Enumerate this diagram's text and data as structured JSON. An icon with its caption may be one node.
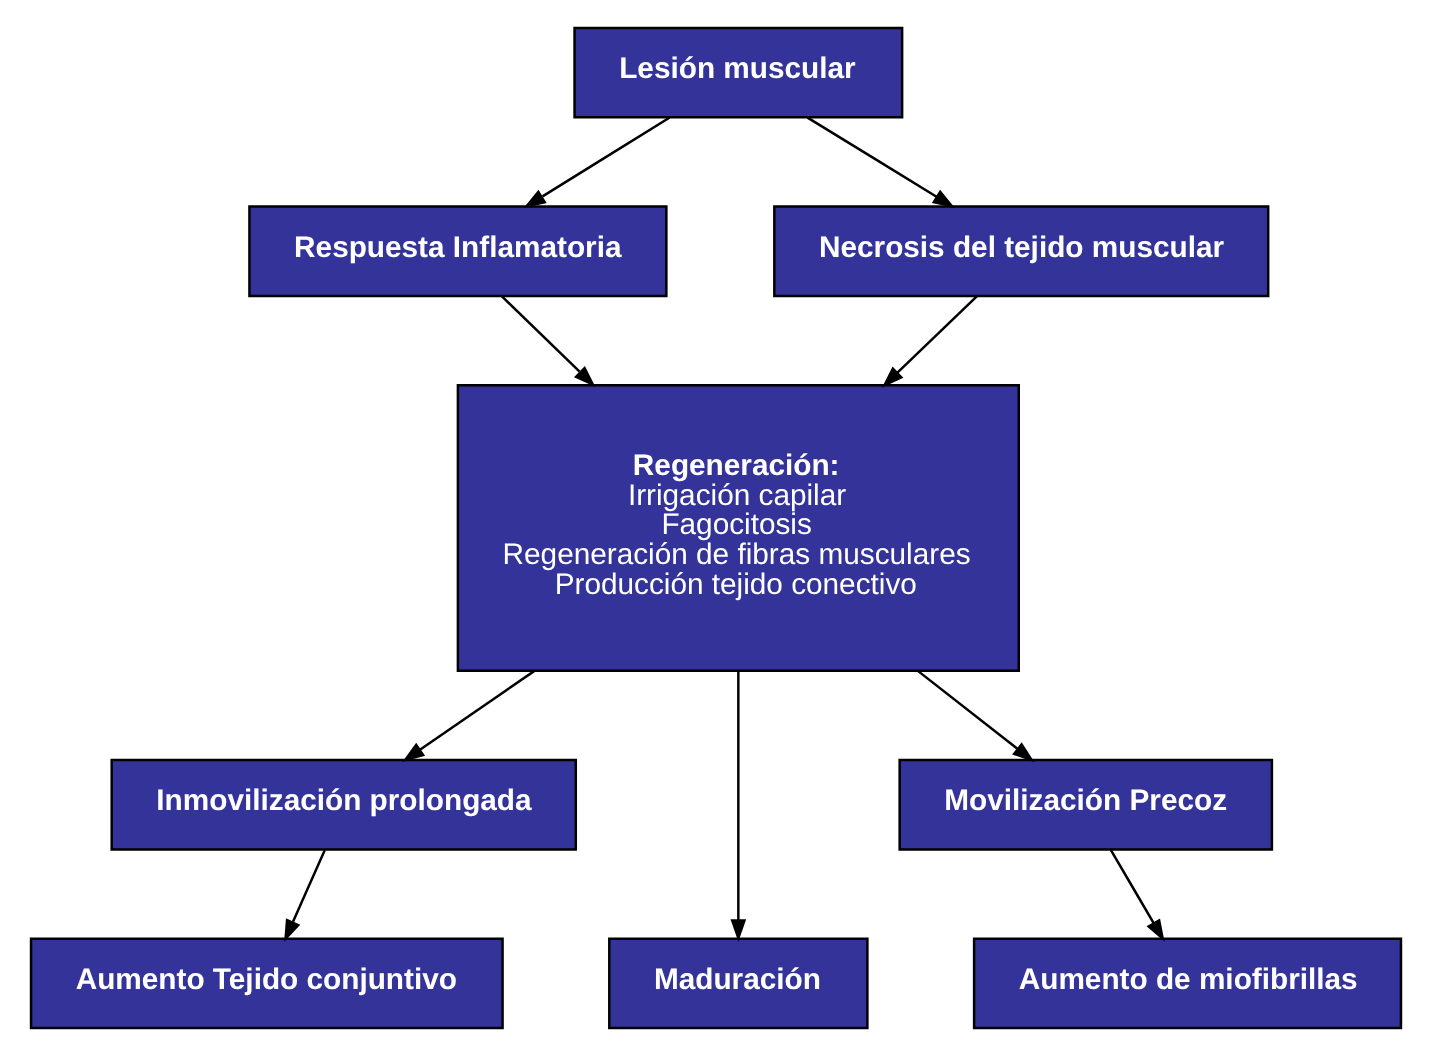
{
  "diagram": {
    "nodes": [
      {
        "text": [
          "Lesión muscular"
        ]
      },
      {
        "text": [
          "Respuesta Inflamatoria"
        ]
      },
      {
        "text": [
          "Necrosis del tejido muscular"
        ]
      },
      {
        "text": [
          "Regeneración:",
          "Irrigación capilar",
          "Fagocitosis",
          "Regeneración de fibras musculares",
          "Producción tejido conectivo"
        ]
      },
      {
        "text": [
          "Inmovilización prolongada"
        ]
      },
      {
        "text": [
          "Movilización Precoz"
        ]
      },
      {
        "text": [
          "Aumento Tejido conjuntivo"
        ]
      },
      {
        "text": [
          "Maduración"
        ]
      },
      {
        "text": [
          "Aumento de miofibrillas"
        ]
      }
    ],
    "edges": [
      {
        "from": 0,
        "to": 1,
        "arrow": "to"
      },
      {
        "from": 0,
        "to": 2,
        "arrow": "to"
      },
      {
        "from": 1,
        "to": 3,
        "arrow": "to"
      },
      {
        "from": 2,
        "to": 3,
        "arrow": "to"
      },
      {
        "from": 3,
        "to": 4,
        "arrow": "to"
      },
      {
        "from": 3,
        "to": 7,
        "arrow": "to"
      },
      {
        "from": 3,
        "to": 5,
        "arrow": "to"
      },
      {
        "from": 4,
        "to": 6,
        "arrow": "to"
      },
      {
        "from": 5,
        "to": 8,
        "arrow": "to"
      }
    ]
  }
}
